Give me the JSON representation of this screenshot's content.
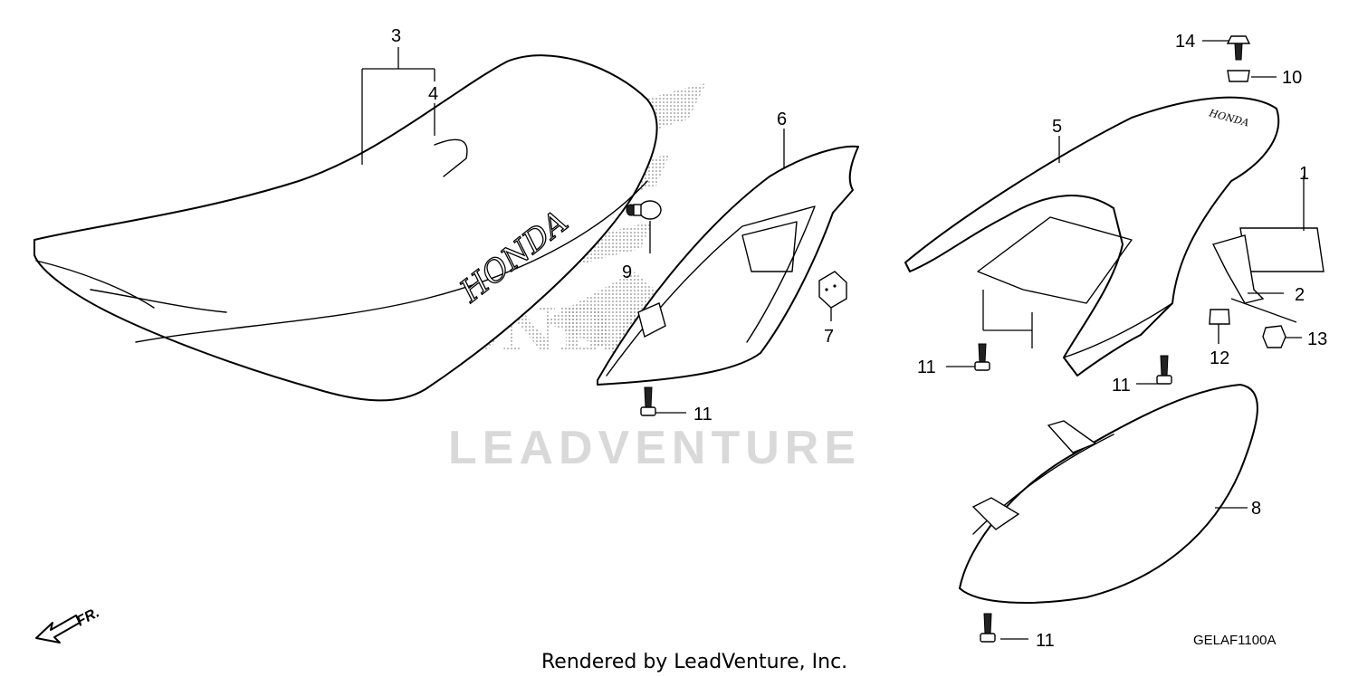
{
  "diagram": {
    "watermark": "LEADVENTURE",
    "diagram_code": "GELAF1100A",
    "credit": "Rendered by LeadVenture, Inc.",
    "front_arrow_label": "FR.",
    "seat_logo_text": "HONDA",
    "tail_logo_text": "HONDA"
  },
  "callouts": {
    "c1": "1",
    "c2": "2",
    "c3": "3",
    "c4": "4",
    "c5": "5",
    "c6": "6",
    "c7": "7",
    "c8": "8",
    "c9": "9",
    "c10": "10",
    "c11a": "11",
    "c11b": "11",
    "c11c": "11",
    "c11d": "11",
    "c12": "12",
    "c13": "13",
    "c14": "14"
  },
  "colors": {
    "line": "#000000",
    "watermark": "#d9d9d9",
    "background": "#ffffff"
  }
}
